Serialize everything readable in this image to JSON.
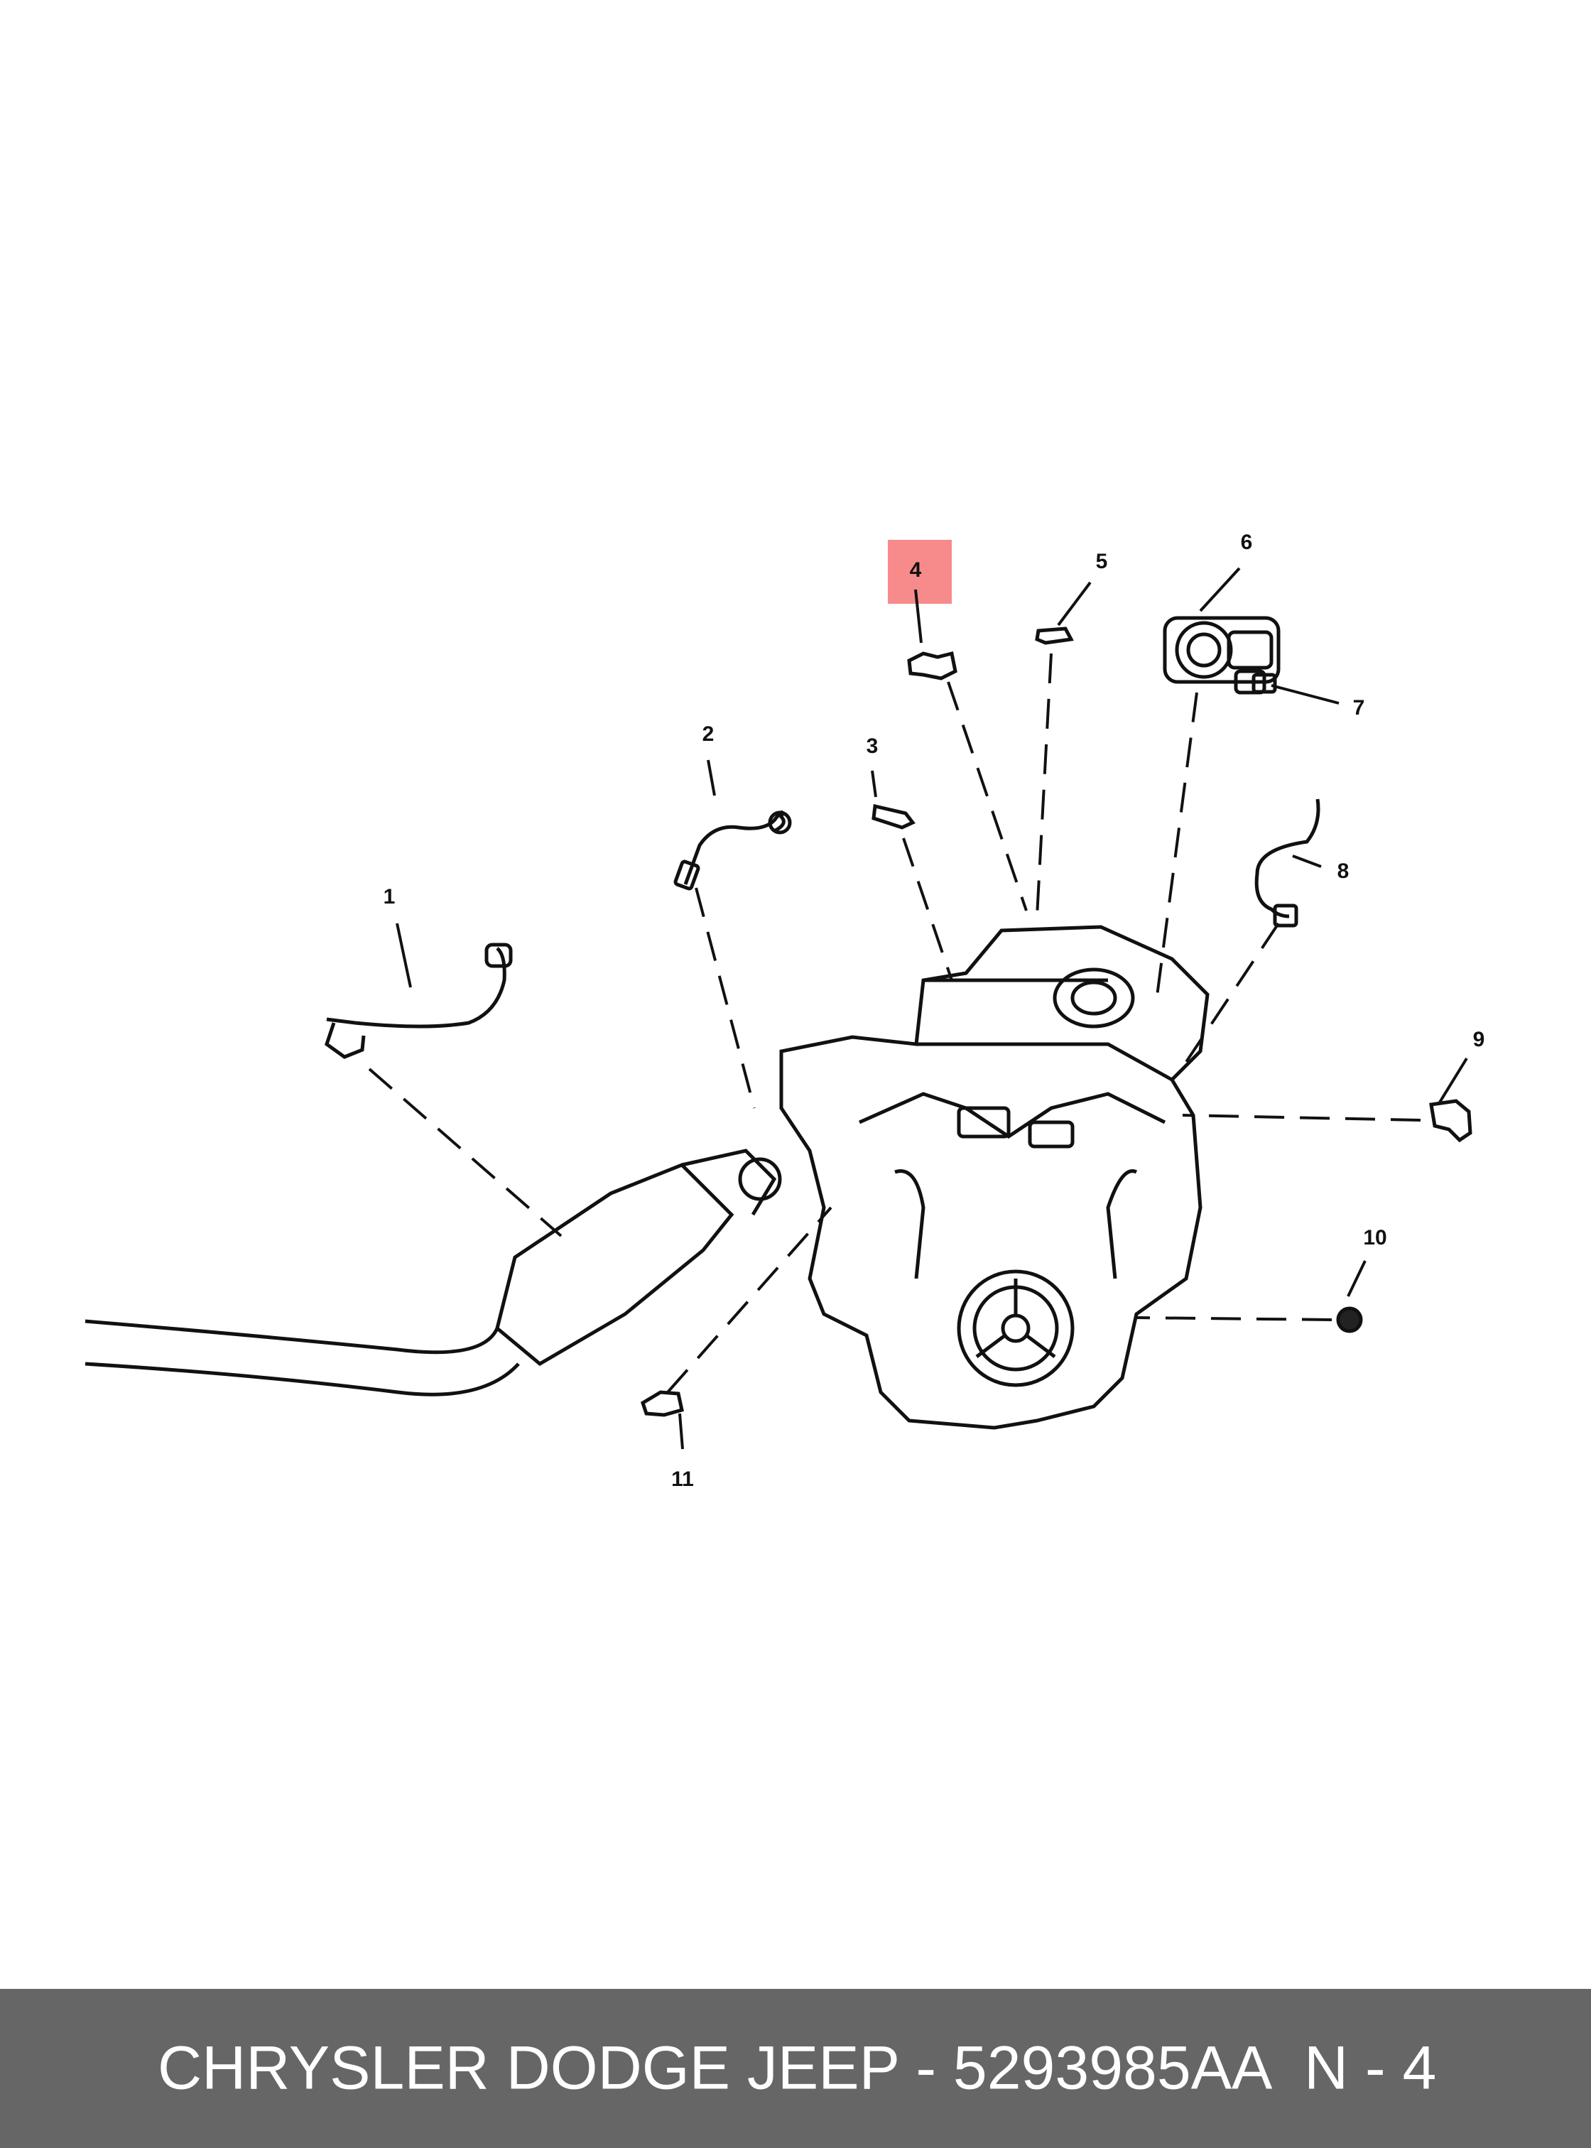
{
  "callouts": [
    {
      "number": "1"
    },
    {
      "number": "2"
    },
    {
      "number": "3"
    },
    {
      "number": "4",
      "highlighted": true
    },
    {
      "number": "5"
    },
    {
      "number": "6"
    },
    {
      "number": "7"
    },
    {
      "number": "8"
    },
    {
      "number": "9"
    },
    {
      "number": "10"
    },
    {
      "number": "11"
    }
  ],
  "highlight_color": "#f78b8b",
  "footer": {
    "title": "CHRYSLER DODGE JEEP - 5293985AA",
    "ref": "N - 4",
    "background": "#666666"
  }
}
